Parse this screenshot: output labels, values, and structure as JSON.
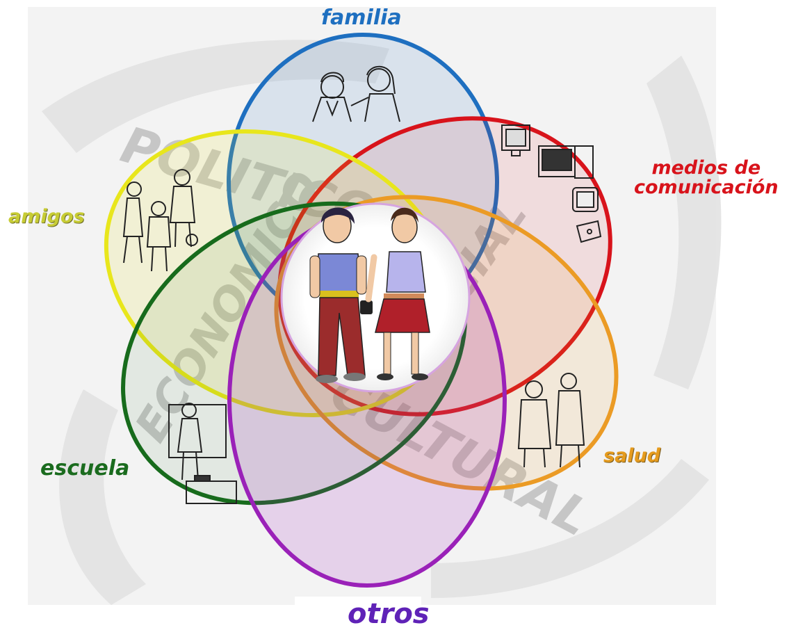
{
  "labels": {
    "familia": "familia",
    "medios_line1": "medios de",
    "medios_line2": "comunicación",
    "amigos": "amigos",
    "escuela": "escuela",
    "salud": "salud",
    "otros": "otros"
  },
  "watermark": {
    "politico": "POLITICO",
    "economico": "ECONOMICO",
    "social": "SOCIAL",
    "cultural": "CULTURAL"
  },
  "colors": {
    "familia": "#1e6fc0",
    "medios": "#d8131b",
    "amigos": "#e8e61c",
    "escuela": "#176b1c",
    "salud": "#eb9b25",
    "otros": "#9a21b8",
    "center_ring": "#d6a4e0"
  },
  "icons": {
    "familia": "couple-talking-sketch",
    "medios": "media-devices-sketch",
    "amigos": "group-of-friends-sketch",
    "escuela": "teacher-at-blackboard-sketch",
    "salud": "doctors-sketch",
    "center": "adolescent-couple-illustration"
  }
}
